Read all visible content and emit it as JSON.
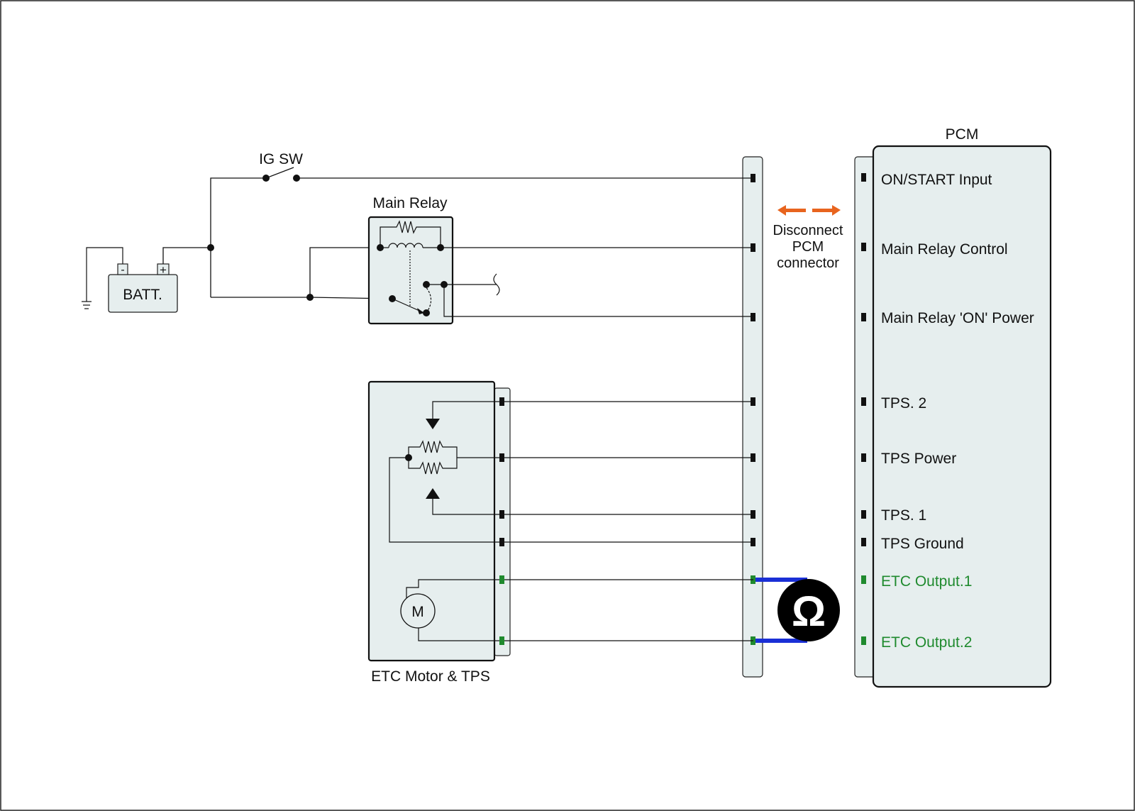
{
  "pcm": {
    "title": "PCM",
    "pins": [
      {
        "label": "ON/START Input",
        "color": "#111111",
        "pin_color": "#111111"
      },
      {
        "label": "Main Relay Control",
        "color": "#111111",
        "pin_color": "#111111"
      },
      {
        "label": "Main Relay 'ON' Power",
        "color": "#111111",
        "pin_color": "#111111"
      },
      {
        "label": "TPS. 2",
        "color": "#111111",
        "pin_color": "#111111"
      },
      {
        "label": "TPS Power",
        "color": "#111111",
        "pin_color": "#111111"
      },
      {
        "label": "TPS. 1",
        "color": "#111111",
        "pin_color": "#111111"
      },
      {
        "label": "TPS Ground",
        "color": "#111111",
        "pin_color": "#111111"
      },
      {
        "label": "ETC Output.1",
        "color": "#1f8a2e",
        "pin_color": "#1f8a2e"
      },
      {
        "label": "ETC Output.2",
        "color": "#1f8a2e",
        "pin_color": "#1f8a2e"
      }
    ]
  },
  "disconnect": {
    "line1": "Disconnect",
    "line2": "PCM",
    "line3": "connector",
    "arrow_color": "#e8641e"
  },
  "ig_sw": {
    "label": "IG SW"
  },
  "main_relay": {
    "label": "Main Relay"
  },
  "battery": {
    "label": "BATT.",
    "minus": "-",
    "plus": "+"
  },
  "etc": {
    "label": "ETC Motor & TPS",
    "motor": "M"
  },
  "ohmmeter": {
    "symbol": "Ω",
    "lead_color": "#1a2fd6"
  },
  "colors": {
    "panel_fill": "#e6eeee",
    "wire": "#111111",
    "highlight_pin": "#1f8a2e"
  }
}
